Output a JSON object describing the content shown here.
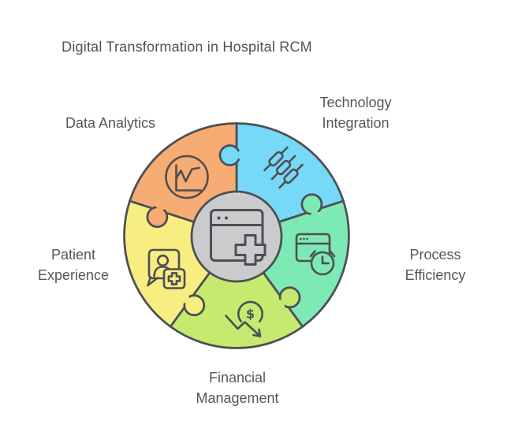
{
  "title": "Digital Transformation in Hospital RCM",
  "colors": {
    "background": "#ffffff",
    "outline": "#4d4f54",
    "label_text": "#55565a",
    "title_text": "#515256",
    "center_fill": "#cacbcc",
    "center_dots": "#dfe0e1"
  },
  "segments": [
    {
      "id": "technology-integration",
      "label": "Technology\nIntegration",
      "color": "#76d9f8",
      "icon": "sliders-icon"
    },
    {
      "id": "data-analytics",
      "label": "Data Analytics",
      "color": "#f6ac72",
      "icon": "line-chart-icon"
    },
    {
      "id": "patient-experience",
      "label": "Patient\nExperience",
      "color": "#f8ed80",
      "icon": "patient-chat-icon"
    },
    {
      "id": "financial-management",
      "label": "Financial\nManagement",
      "color": "#c6ea70",
      "icon": "dollar-arrow-icon"
    },
    {
      "id": "process-efficiency",
      "label": "Process Efficiency",
      "color": "#7deab5",
      "icon": "window-clock-icon"
    }
  ],
  "center": {
    "icon": "medical-app-window-icon"
  }
}
